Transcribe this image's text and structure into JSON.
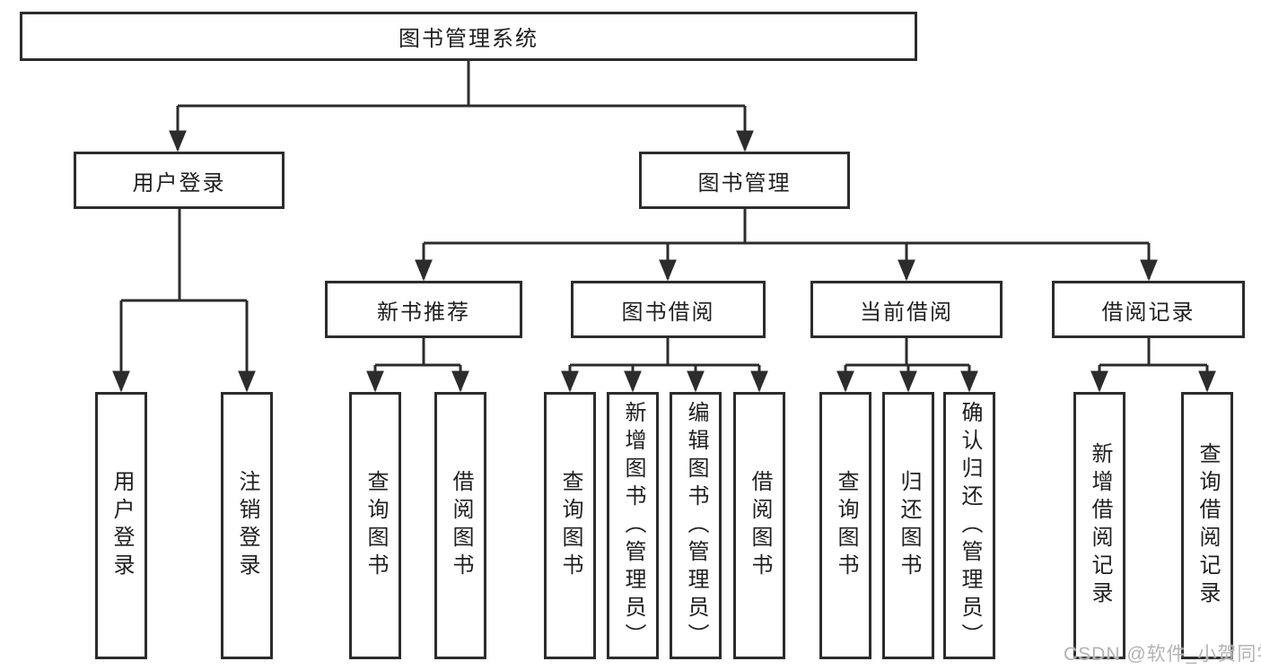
{
  "diagram": {
    "nodes": {
      "root": {
        "label": "图书管理系统"
      },
      "user_login": {
        "label": "用户登录"
      },
      "book_mgmt": {
        "label": "图书管理"
      },
      "new_book_rec": {
        "label": "新书推荐"
      },
      "book_borrow": {
        "label": "图书借阅"
      },
      "current_borrow": {
        "label": "当前借阅"
      },
      "borrow_records": {
        "label": "借阅记录"
      },
      "leaf_user_login": {
        "label": "用户登录"
      },
      "leaf_logout": {
        "label": "注销登录"
      },
      "leaf_query_book_1": {
        "label": "查询图书"
      },
      "leaf_borrow_book_1": {
        "label": "借阅图书"
      },
      "leaf_query_book_2": {
        "label": "查询图书"
      },
      "leaf_add_book": {
        "label": "新增图书（管理员）"
      },
      "leaf_edit_book": {
        "label": "编辑图书（管理员）"
      },
      "leaf_borrow_book_2": {
        "label": "借阅图书"
      },
      "leaf_query_book_3": {
        "label": "查询图书"
      },
      "leaf_return_book": {
        "label": "归还图书"
      },
      "leaf_confirm_return": {
        "label": "确认归还（管理员）"
      },
      "leaf_add_record": {
        "label": "新增借阅记录"
      },
      "leaf_query_record": {
        "label": "查询借阅记录"
      }
    },
    "colors": {
      "line": "#2c2c2c",
      "text": "#1f1f1f",
      "background": "#ffffff",
      "watermark": "#b3b3b3"
    }
  },
  "watermark": {
    "text": "CSDN @软件_小贺同学"
  }
}
